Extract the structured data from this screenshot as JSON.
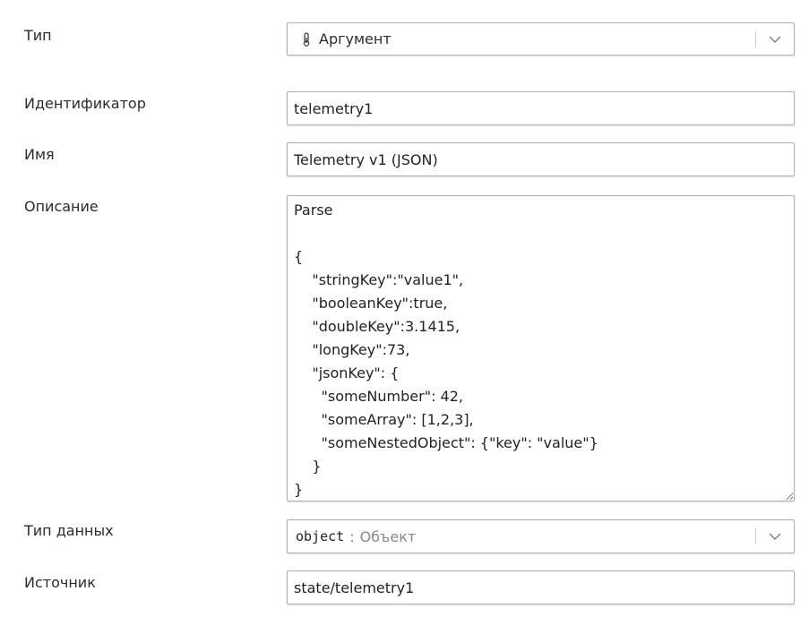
{
  "form": {
    "type": {
      "label": "Тип",
      "value": "Аргумент",
      "icon": "thermometer-icon"
    },
    "identifier": {
      "label": "Идентификатор",
      "value": "telemetry1"
    },
    "name": {
      "label": "Имя",
      "value": "Telemetry v1 (JSON)"
    },
    "description": {
      "label": "Описание",
      "value": "Parse\n\n{\n    \"stringKey\":\"value1\",\n    \"booleanKey\":true,\n    \"doubleKey\":3.1415,\n    \"longKey\":73,\n    \"jsonKey\": {\n      \"someNumber\": 42,\n      \"someArray\": [1,2,3],\n      \"someNestedObject\": {\"key\": \"value\"}\n    }\n}"
    },
    "data_type": {
      "label": "Тип данных",
      "code": "object",
      "separator": ":",
      "description": "Объект"
    },
    "source": {
      "label": "Источник",
      "value": "state/telemetry1"
    }
  },
  "colors": {
    "border": "#aeaeae",
    "text": "#2b2b2b",
    "hint": "#8a8a8a"
  }
}
